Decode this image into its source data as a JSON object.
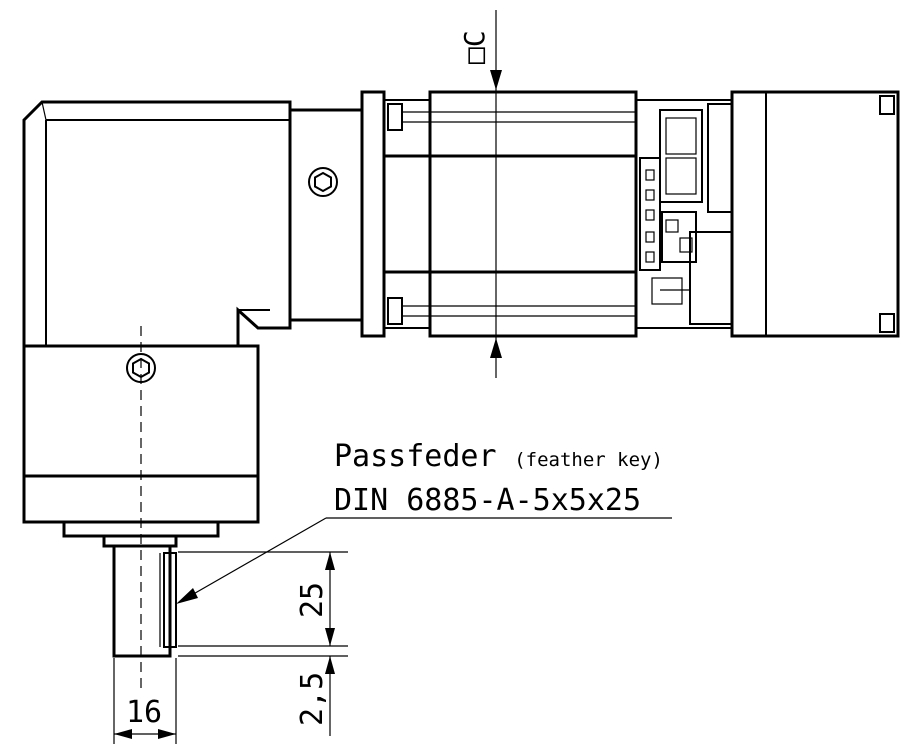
{
  "annotation": {
    "key_name": "Passfeder",
    "key_translation": "(feather key)",
    "key_standard": "DIN 6885-A-5x5x25"
  },
  "dimensions": {
    "shaft_diameter": "16",
    "key_length": "25",
    "key_offset": "2,5",
    "square_flange": "□C"
  },
  "colors": {
    "line": "#000000",
    "background": "#ffffff"
  }
}
